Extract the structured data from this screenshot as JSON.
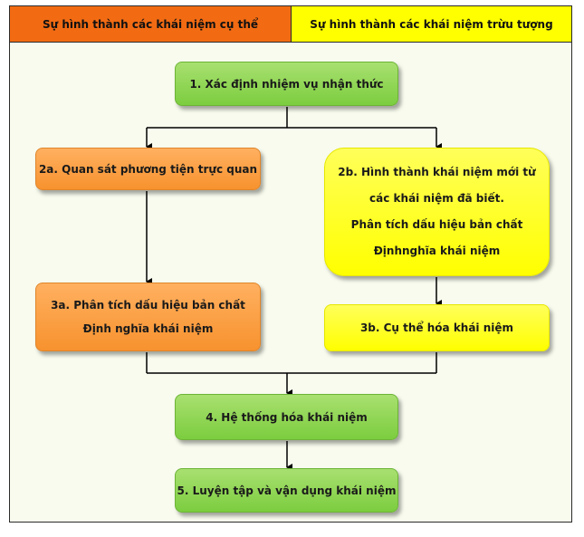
{
  "header": {
    "left": "Sự hình thành các khái niệm cụ thể",
    "right": "Sự hình thành các khái niệm trừu tượng"
  },
  "nodes": {
    "step1": "1. Xác định nhiệm vụ nhận thức",
    "step2a": "2a. Quan sát phương tiện trực quan",
    "step2b": [
      "2b. Hình thành khái niệm mới từ",
      "các khái niệm đã biết.",
      "Phân tích dấu hiệu bản chất",
      "Địnhnghĩa khái niệm"
    ],
    "step3a": [
      "3a. Phân tích dấu hiệu bản chất",
      "Định nghĩa khái niệm"
    ],
    "step3b": "3b. Cụ thể hóa khái niệm",
    "step4": "4. Hệ thống hóa khái niệm",
    "step5": "5. Luyện tập và vận dụng khái niệm"
  },
  "colors": {
    "header_left": "#f26b13",
    "header_right": "#ffff00",
    "green": "#8dd24f",
    "orange": "#f7922e",
    "yellow": "#ffff00"
  }
}
